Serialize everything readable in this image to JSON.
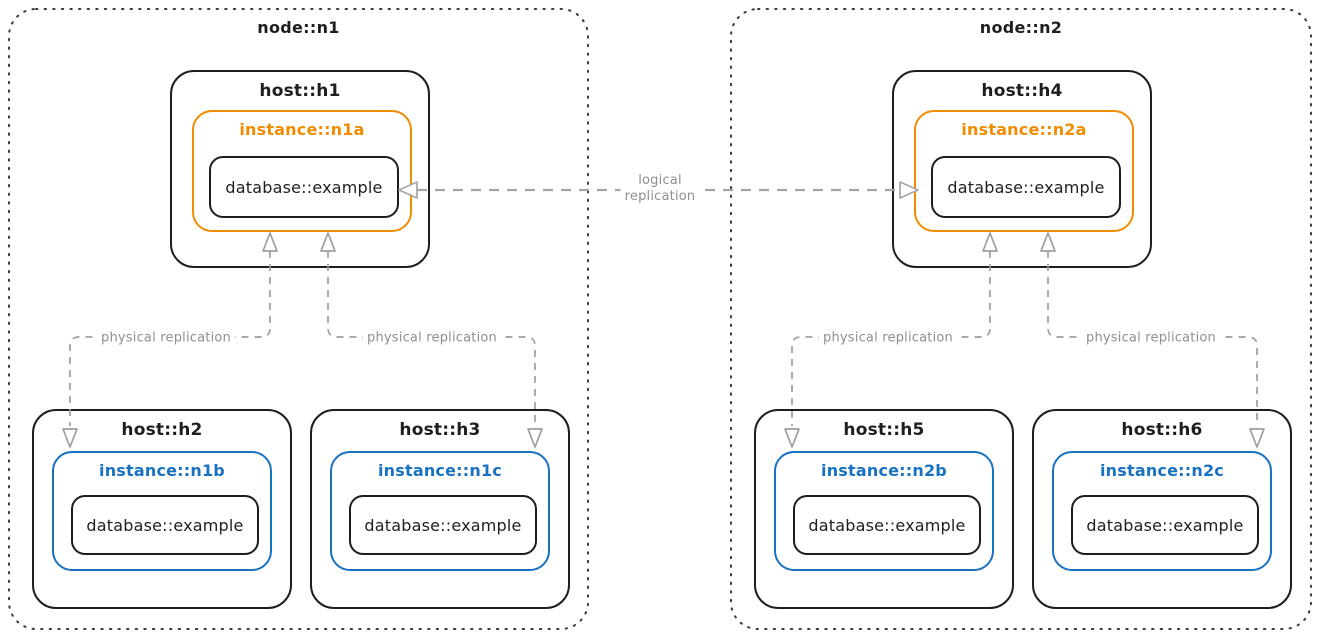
{
  "diagram": {
    "node1": {
      "title": "node::n1",
      "host1": {
        "title": "host::h1",
        "instance": "instance::n1a",
        "database": "database::example"
      },
      "host2": {
        "title": "host::h2",
        "instance": "instance::n1b",
        "database": "database::example"
      },
      "host3": {
        "title": "host::h3",
        "instance": "instance::n1c",
        "database": "database::example"
      }
    },
    "node2": {
      "title": "node::n2",
      "host4": {
        "title": "host::h4",
        "instance": "instance::n2a",
        "database": "database::example"
      },
      "host5": {
        "title": "host::h5",
        "instance": "instance::n2b",
        "database": "database::example"
      },
      "host6": {
        "title": "host::h6",
        "instance": "instance::n2c",
        "database": "database::example"
      }
    },
    "labels": {
      "physical": "physical replication",
      "logical_line1": "logical",
      "logical_line2": "replication"
    },
    "colors": {
      "primary_instance_orange": "#f08c00",
      "replica_instance_blue": "#1971c2",
      "connector_gray": "#9e9e9e",
      "box_black": "#1e1e1e"
    }
  }
}
